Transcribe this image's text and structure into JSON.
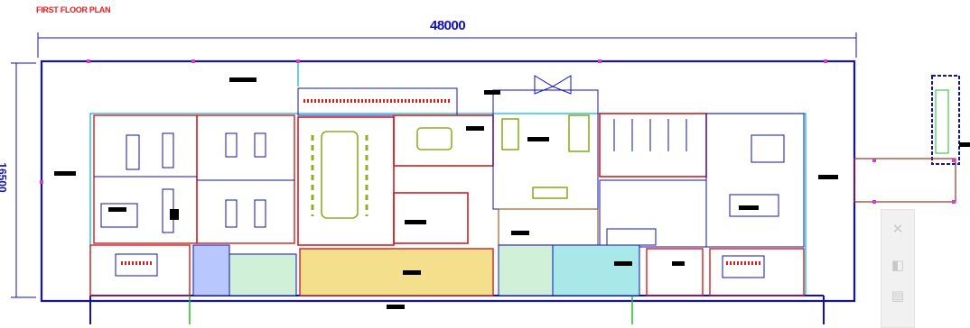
{
  "plan": {
    "title": "FIRST FLOOR PLAN",
    "dim_width": "48000",
    "dim_height": "16500"
  },
  "toolbar": {
    "close_icon": "close-icon",
    "collapse_icon": "collapse-panel-icon",
    "properties_icon": "properties-icon"
  }
}
